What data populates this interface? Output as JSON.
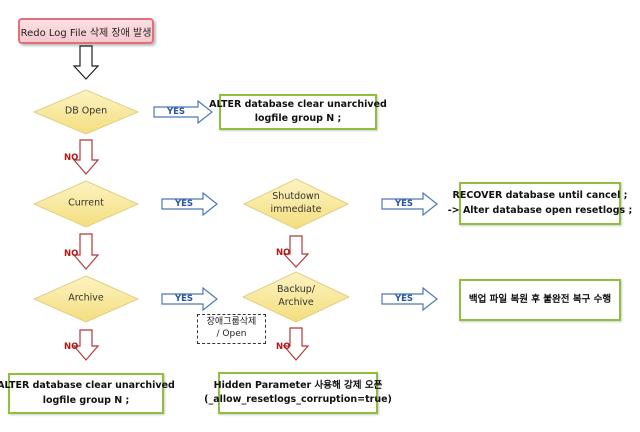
{
  "start": "Redo Log File 삭제 장애 발생",
  "decisions": {
    "db_open": "DB Open",
    "current": "Current",
    "archive": "Archive",
    "shutdown_l1": "Shutdown",
    "shutdown_l2": "immediate",
    "backup_l1": "Backup/",
    "backup_l2": "Archive"
  },
  "boxes": {
    "alter_top_l1": "ALTER database clear unarchived",
    "alter_top_l2": "logfile group N ;",
    "recover_l1": "RECOVER database until cancel ;",
    "recover_l2": "-> Alter database open resetlogs ;",
    "restore": "백업 파일 복원 후 불완전 복구 수행",
    "alter_bottom_l1": "ALTER database clear unarchived",
    "alter_bottom_l2": "logfile group N ;",
    "hidden_l1": "Hidden Parameter 사용해 강제 오픈",
    "hidden_l2": "(_allow_resetlogs_corruption=true)"
  },
  "note": {
    "line1": "장애그룹삭제",
    "line2": "/ Open"
  },
  "labels": {
    "yes": "YES",
    "no": "NO"
  }
}
